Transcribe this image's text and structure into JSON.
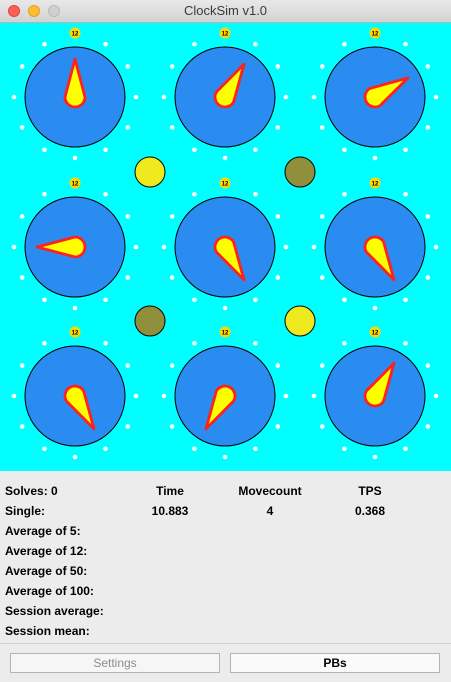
{
  "window": {
    "title": "ClockSim v1.0"
  },
  "puzzle": {
    "twelve_label": "12",
    "colors": {
      "background": "#00ffff",
      "clock_face": "#2a8cf0",
      "hand_fill": "#ffff00",
      "hand_stroke": "#ff2020",
      "dot": "#ffffff",
      "marker": "#ffd700",
      "pin_up": "#eeea1e",
      "pin_down": "#8f8f3c"
    },
    "clocks": [
      {
        "hour": 12
      },
      {
        "hour": 1
      },
      {
        "hour": 2
      },
      {
        "hour": 9
      },
      {
        "hour": 5
      },
      {
        "hour": 5
      },
      {
        "hour": 5
      },
      {
        "hour": 7
      },
      {
        "hour": 1
      }
    ],
    "pins": [
      {
        "state": "up"
      },
      {
        "state": "down"
      },
      {
        "state": "down"
      },
      {
        "state": "up"
      }
    ]
  },
  "stats": {
    "solves": "Solves: 0",
    "headers": {
      "time": "Time",
      "movecount": "Movecount",
      "tps": "TPS"
    },
    "single_label": "Single:",
    "single": {
      "time": "10.883",
      "movecount": "4",
      "tps": "0.368"
    },
    "averages": [
      "Average of 5:",
      "Average of 12:",
      "Average of 50:",
      "Average of 100:",
      "Session average:",
      "Session mean:"
    ]
  },
  "buttons": {
    "settings": "Settings",
    "pbs": "PBs"
  }
}
